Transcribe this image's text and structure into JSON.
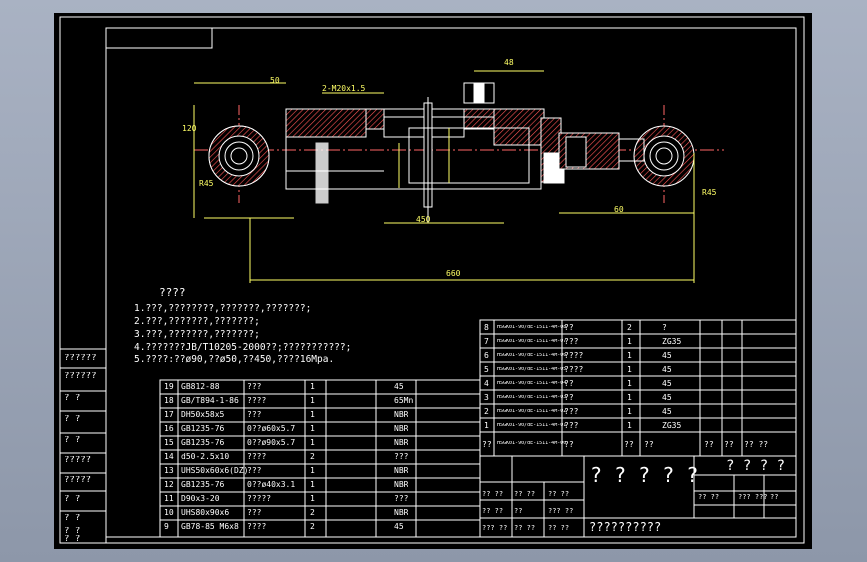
{
  "colors": {
    "frame": "#ffffff",
    "drawing": "#ffffff",
    "hatch": "#ff5555",
    "dims": "#ffff66",
    "center": "#ff6666",
    "text": "#ffffff",
    "background": "#000000"
  },
  "notes": {
    "title": "????",
    "items": [
      "1.???,????????,???????,???????;",
      "2.???,???????,???????;",
      "3.???,???????,???????;",
      "4.???????JB/T10205-2000??;???????????;",
      "5.????:??ø90,??ø50,??450,????16Mpa."
    ]
  },
  "side_labels": [
    "??????",
    "??????",
    "? ?",
    "? ?",
    "? ?",
    "?????",
    "?????",
    "? ?",
    "? ?",
    "? ?",
    "? ?"
  ],
  "parts_left": [
    {
      "no": "19",
      "code": "GB812-88",
      "name": "???",
      "qty": "1",
      "mat": "45"
    },
    {
      "no": "18",
      "code": "GB/T894-1-86",
      "name": "????",
      "qty": "1",
      "mat": "65Mn"
    },
    {
      "no": "17",
      "code": "DH50x58x5",
      "name": "???",
      "qty": "1",
      "mat": "NBR"
    },
    {
      "no": "16",
      "code": "GB1235-76",
      "name": "0??ø60x5.7",
      "qty": "1",
      "mat": "NBR"
    },
    {
      "no": "15",
      "code": "GB1235-76",
      "name": "0??ø90x5.7",
      "qty": "1",
      "mat": "NBR"
    },
    {
      "no": "14",
      "code": "d50-2.5x10",
      "name": "????",
      "qty": "2",
      "mat": "???"
    },
    {
      "no": "13",
      "code": "UHS50x60x6(DZ)",
      "name": "???",
      "qty": "1",
      "mat": "NBR"
    },
    {
      "no": "12",
      "code": "GB1235-76",
      "name": "0??ø40x3.1",
      "qty": "1",
      "mat": "NBR"
    },
    {
      "no": "11",
      "code": "D90x3-20",
      "name": "?????",
      "qty": "1",
      "mat": "???"
    },
    {
      "no": "10",
      "code": "UHS80x90x6",
      "name": "???",
      "qty": "2",
      "mat": "NBR"
    },
    {
      "no": "9",
      "code": "GB78-85 M6x8",
      "name": "????",
      "qty": "2",
      "mat": "45"
    }
  ],
  "parts_right": [
    {
      "no": "8",
      "code": "HSGK01-90/dE-1511-4M-08",
      "name": "??",
      "qty": "2",
      "mat": "?"
    },
    {
      "no": "7",
      "code": "HSGK01-90/dE-1511-4M-07",
      "name": "???",
      "qty": "1",
      "mat": "ZG35"
    },
    {
      "no": "6",
      "code": "HSGK01-90/dE-1511-4M-06",
      "name": "????",
      "qty": "1",
      "mat": "45"
    },
    {
      "no": "5",
      "code": "HSGK01-90/dE-1511-4M-05",
      "name": "????",
      "qty": "1",
      "mat": "45"
    },
    {
      "no": "4",
      "code": "HSGK01-90/dE-1511-4M-04",
      "name": "??",
      "qty": "1",
      "mat": "45"
    },
    {
      "no": "3",
      "code": "HSGK01-90/dE-1511-4M-03",
      "name": "??",
      "qty": "1",
      "mat": "45"
    },
    {
      "no": "2",
      "code": "HSGK01-90/dE-1511-4M-02",
      "name": "???",
      "qty": "1",
      "mat": "45"
    },
    {
      "no": "1",
      "code": "HSGK01-90/dE-1511-4M-01",
      "name": "???",
      "qty": "1",
      "mat": "ZG35"
    }
  ],
  "header_right": [
    "??",
    "HSGK01-90/dE-1511-4M-00",
    "??",
    "??",
    "??",
    "??",
    "??",
    "?? ??"
  ],
  "title_block": {
    "big_title": "? ? ? ? ?",
    "big_right": "? ? ? ?",
    "drawing_name": "??????????",
    "small": [
      "?? ??",
      "?? ??",
      "?? ??",
      "?? ??",
      "??",
      "??? ??",
      "??? ??",
      "?? ??",
      "?? ??",
      "?? ??",
      "??? ???",
      "??"
    ]
  },
  "dim_labels": {
    "overall": "660",
    "left_pitch": "50",
    "rod_len": "450",
    "thread": "2-M20x1.5",
    "right_sec": "60",
    "top": "48",
    "eye_left": "R45",
    "eye_right": "R45",
    "height": "120"
  }
}
